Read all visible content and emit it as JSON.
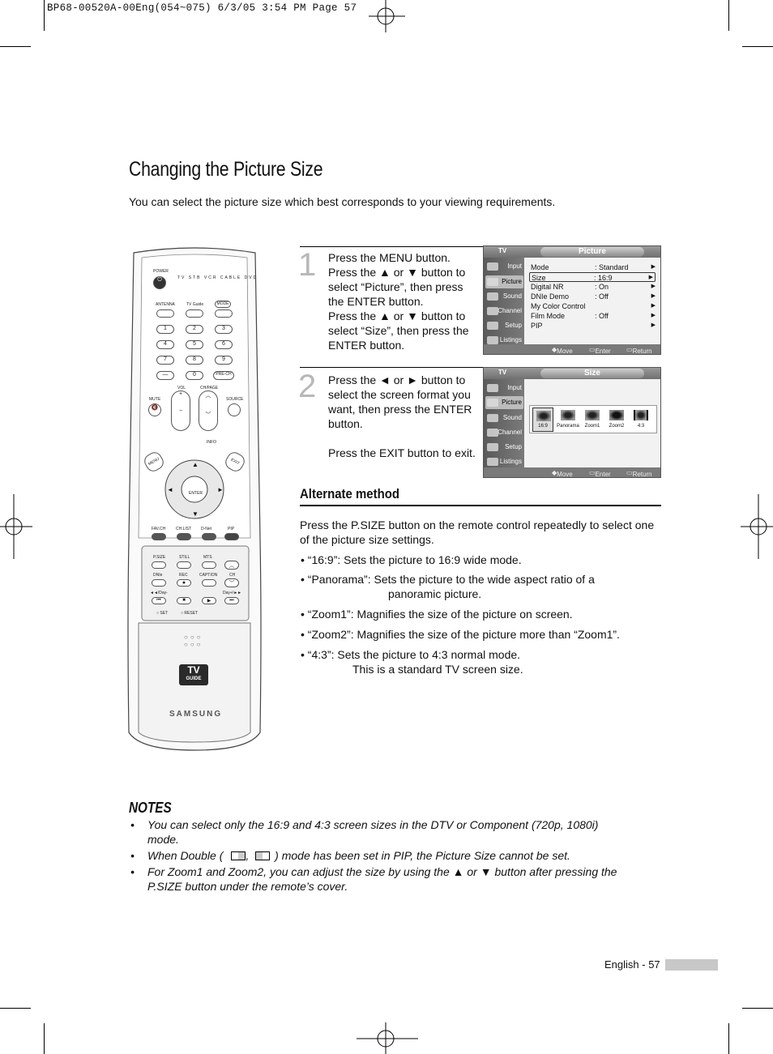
{
  "header": "BP68-00520A-00Eng(054~075)  6/3/05  3:54 PM  Page 57",
  "title": "Changing the Picture Size",
  "intro": "You can select the picture size which best corresponds to your viewing requirements.",
  "steps": [
    {
      "num": "1",
      "lines": [
        "Press the MENU button.",
        "Press the ▲ or ▼ button to",
        "select “Picture”, then press",
        "the ENTER button.",
        "Press the ▲ or ▼ button to",
        "select “Size”, then press the",
        "ENTER button."
      ]
    },
    {
      "num": "2",
      "lines": [
        "Press the ◄ or ► button to",
        "select the screen format you",
        "want, then press the ENTER",
        "button.",
        "",
        "Press the EXIT button to exit."
      ]
    }
  ],
  "osd1": {
    "tv": "TV",
    "title": "Picture",
    "menu": [
      "Input",
      "Picture",
      "Sound",
      "Channel",
      "Setup",
      "Listings"
    ],
    "rows": [
      {
        "label": "Mode",
        "value": ": Standard"
      },
      {
        "label": "Size",
        "value": ": 16:9"
      },
      {
        "label": "Digital NR",
        "value": ": On"
      },
      {
        "label": "DNIe Demo",
        "value": ": Off"
      },
      {
        "label": "My Color Control",
        "value": ""
      },
      {
        "label": "Film Mode",
        "value": ": Off"
      },
      {
        "label": "PIP",
        "value": ""
      }
    ],
    "footer": {
      "move": "Move",
      "enter": "Enter",
      "ret": "Return"
    }
  },
  "osd2": {
    "tv": "TV",
    "title": "Size",
    "menu": [
      "Input",
      "Picture",
      "Sound",
      "Channel",
      "Setup",
      "Listings"
    ],
    "sizes": [
      "16:9",
      "Panorama",
      "Zoom1",
      "Zoom2",
      "4:3"
    ],
    "footer": {
      "move": "Move",
      "enter": "Enter",
      "ret": "Return"
    }
  },
  "alt": {
    "heading": "Alternate method",
    "para": "Press the P.SIZE button on the remote control repeatedly to select one of the picture size settings.",
    "bullets": [
      {
        "text": "•  “16:9”: Sets the picture to 16:9 wide mode.",
        "cont": ""
      },
      {
        "text": "•  “Panorama”: Sets the picture to the wide aspect ratio of a",
        "cont": "panoramic picture."
      },
      {
        "text": "•  “Zoom1”: Magnifies the size of the picture on screen.",
        "cont": ""
      },
      {
        "text": "•  “Zoom2”: Magnifies the size of the picture more than “Zoom1”.",
        "cont": ""
      },
      {
        "text": "•  “4:3”: Sets the picture to 4:3 normal mode.",
        "cont": "This is a standard TV screen size."
      }
    ]
  },
  "notes": {
    "heading": "NOTES",
    "items": [
      {
        "bullet": "•",
        "lines": [
          "You can select only the 16:9 and 4:3 screen sizes in the DTV or Component (720p, 1080i)",
          "mode."
        ]
      },
      {
        "bullet": "•",
        "lines": [
          "When Double (  ,   ) mode has been set in PIP, the Picture Size cannot be set."
        ]
      },
      {
        "bullet": "•",
        "lines": [
          "For Zoom1 and Zoom2, you can adjust the size by using the ▲ or ▼ button after pressing the",
          "P.SIZE button under the remote’s cover."
        ]
      }
    ]
  },
  "page": "English - 57",
  "remote": {
    "brand": "SAMSUNG",
    "tvguide_top": "TV",
    "tvguide_bottom": "GUIDE",
    "power": "POWER",
    "modes": [
      "TV",
      "STB",
      "VCR",
      "CABLE",
      "DVD"
    ],
    "antenna": "ANTENNA",
    "tvguide": "TV Guide",
    "mode": "MODE",
    "digits": [
      "1",
      "2",
      "3",
      "4",
      "5",
      "6",
      "7",
      "8",
      "9",
      "—",
      "0",
      "PRE-CH"
    ],
    "mute": "MUTE",
    "vol": "VOL",
    "chpage": "CH/PAGE",
    "source": "SOURCE",
    "menu": "MENU",
    "exit": "EXIT",
    "info": "INFO",
    "enter": "ENTER",
    "favch": "FAV.CH",
    "chlist": "CH.LIST",
    "dnet": "D-Net",
    "pip": "PIP",
    "psize": "P.SIZE",
    "still": "STILL",
    "mts": "MTS",
    "dnie": "DNIe",
    "rec": "REC",
    "caption": "CAPTION",
    "ch": "CH",
    "day_minus": "◄◄/Day-",
    "day_plus": "Day+/►►",
    "set": "SET",
    "reset": "RESET"
  }
}
